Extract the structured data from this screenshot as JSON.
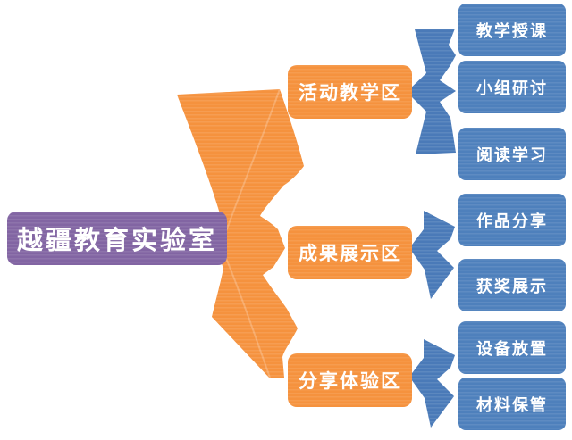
{
  "root": {
    "label": "越疆教育实验室"
  },
  "branches": [
    {
      "label": "活动教学区",
      "children": [
        {
          "label": "教学授课"
        },
        {
          "label": "小组研讨"
        },
        {
          "label": "阅读学习"
        }
      ]
    },
    {
      "label": "成果展示区",
      "children": [
        {
          "label": "作品分享"
        },
        {
          "label": "获奖展示"
        }
      ]
    },
    {
      "label": "分享体验区",
      "children": [
        {
          "label": "设备放置"
        },
        {
          "label": "材料保管"
        }
      ]
    }
  ],
  "colors": {
    "root_fill": "#8265A3",
    "branch_fill": "#F5923E",
    "leaf_fill": "#4E80BC",
    "connector_orange": "#F5923E",
    "connector_blue": "#4A7AB8",
    "text": "#FFFFFF",
    "background": "#FFFFFF"
  }
}
